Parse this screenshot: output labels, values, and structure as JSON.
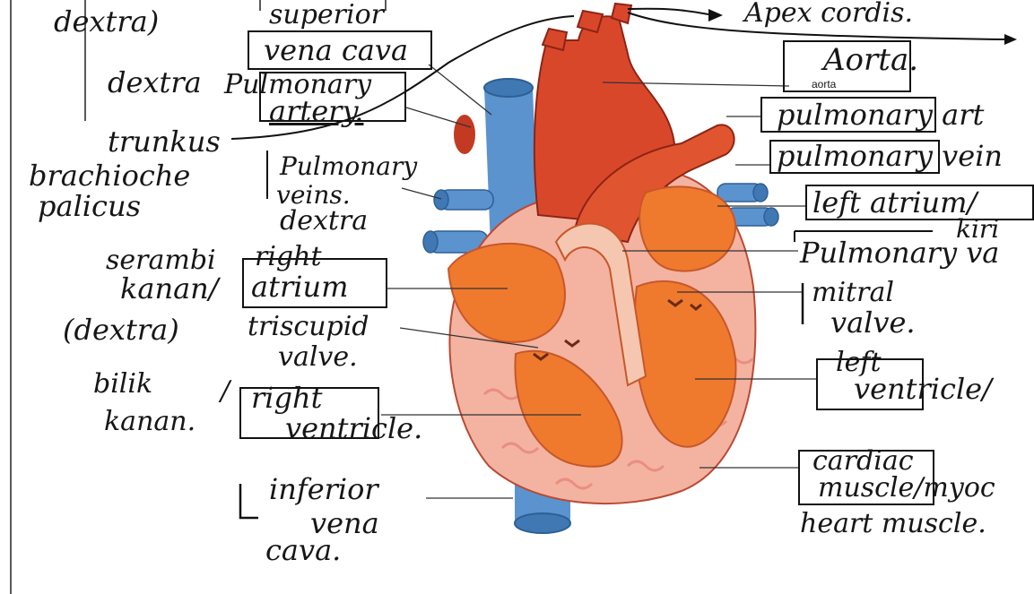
{
  "labels": {
    "dextra_top": "dextra)",
    "superior": "superior",
    "vena_cava": "vena cava",
    "apex": "Apex cordis.",
    "aorta": "Aorta.",
    "aorta_small": "aorta",
    "dextra_left": "dextra",
    "pulmonary_artery_l1": "Pulmonary",
    "pulmonary_artery_l2": "artery.",
    "trunkus": "trunkus",
    "brachioche": "brachioche",
    "palicus": "palicus",
    "pulmonary_artery_r": "pulmonary art",
    "pulmonary_vein_r": "pulmonary vein",
    "pulmonary_veins_l1": "Pulmonary",
    "pulmonary_veins_l2": "veins.",
    "pulmonary_veins_l3": "dextra",
    "left_atrium": "left atrium/",
    "kiri": "kiri",
    "pulmonary_valve": "Pulmonary va",
    "serambi": "serambi",
    "kanan_slash": "kanan/",
    "dextra_paren": "(dextra)",
    "right_atrium_l1": "right",
    "right_atrium_l2": "atrium",
    "mitral_l1": "mitral",
    "mitral_l2": "valve.",
    "tricuspid_l1": "triscupid",
    "tricuspid_l2": "valve.",
    "bilik": "bilik",
    "kanan_dot": "kanan.",
    "right_ventricle_l1": "right",
    "right_ventricle_l2": "ventricle.",
    "left_ventricle_l1": "left",
    "left_ventricle_l2": "ventricle/",
    "cardiac_l1": "cardiac",
    "cardiac_l2": "muscle/myoc",
    "heart_muscle": "heart muscle.",
    "inferior": "inferior",
    "ifv_vena": "vena",
    "ifv_cava": "cava."
  },
  "colors": {
    "ink": "#161616",
    "heart_red": "#d9472b",
    "heart_orange": "#ef7a2e",
    "vessel_blue": "#5b93cf",
    "chamber_pink": "#f6c7b0"
  }
}
